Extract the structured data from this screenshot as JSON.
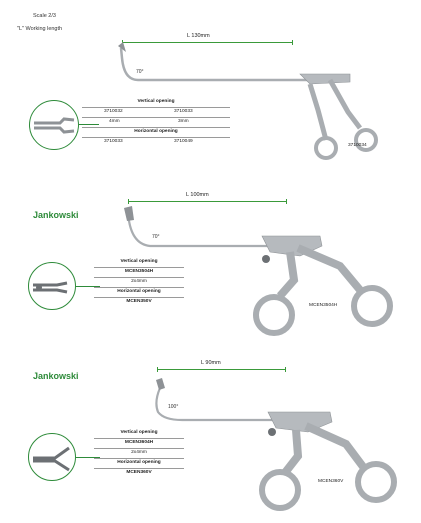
{
  "header": {
    "scale": "Scale 2/3",
    "working_length_note": "\"L\" Working length"
  },
  "items": [
    {
      "title": "",
      "length": "L 130mm",
      "angle": "70°",
      "vertical_label": "Vertical opening",
      "vertical_codes": [
        "3710032",
        "3710033"
      ],
      "sizes": [
        "4mm",
        "3mm"
      ],
      "horizontal_label": "Horizontal opening",
      "horizontal_codes": [
        "3710033",
        "3710049"
      ],
      "instrument_code": "3710034"
    },
    {
      "title": "Jankowski",
      "length": "L 100mm",
      "angle": "70°",
      "vertical_label": "Vertical opening",
      "vertical_code": "MCEN3504H",
      "size": "2x4mm",
      "horizontal_label": "Horizontal opening",
      "horizontal_code": "MCEN350V",
      "instrument_code": "MCEN3504H"
    },
    {
      "title": "Jankowski",
      "length": "L 90mm",
      "angle": "100°",
      "vertical_label": "Vertical opening",
      "vertical_code": "MCEN3604H",
      "size": "2x4mm",
      "horizontal_label": "Horizontal opening",
      "horizontal_code": "MCEN360V",
      "instrument_code": "MCEN360V"
    }
  ],
  "colors": {
    "accent": "#2e8b3a",
    "instrument": "#a9adb1"
  }
}
